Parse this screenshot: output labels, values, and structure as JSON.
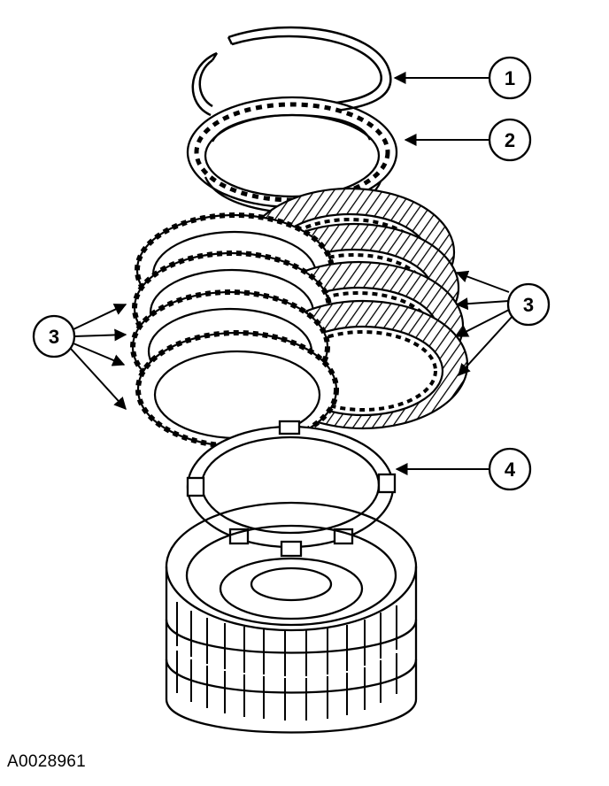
{
  "diagram": {
    "figure_id": "A0028961",
    "callouts": [
      {
        "id": "snap-ring",
        "label": "1"
      },
      {
        "id": "pressure-plate",
        "label": "2"
      },
      {
        "id": "clutch-plates",
        "label": "3"
      },
      {
        "id": "wave-spring",
        "label": "4"
      }
    ]
  },
  "colors": {
    "line": "#000000",
    "background": "#ffffff"
  }
}
